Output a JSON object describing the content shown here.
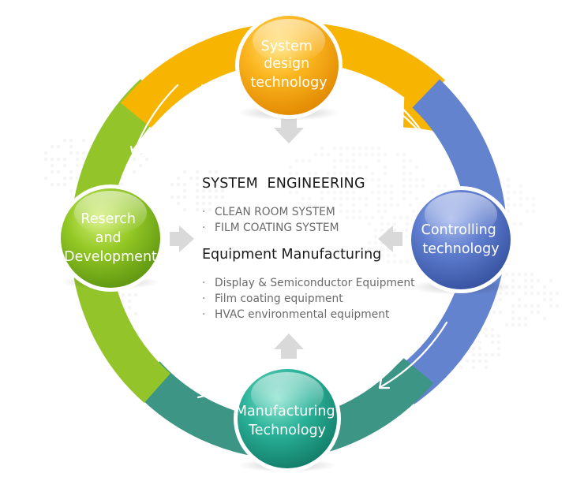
{
  "nodes": {
    "top": {
      "lines": [
        "System",
        "design",
        "technology"
      ]
    },
    "right": {
      "lines": [
        "Controlling",
        "technology"
      ]
    },
    "bottom": {
      "lines": [
        "Manufacturing",
        "Technology"
      ]
    },
    "left": {
      "lines": [
        "Reserch",
        "and",
        "Development"
      ]
    }
  },
  "center": {
    "heading1": "SYSTEM  ENGINEERING",
    "list1": [
      "CLEAN ROOM SYSTEM",
      "FILM COATING SYSTEM"
    ],
    "heading2": "Equipment Manufacturing",
    "list2": [
      "Display & Semiconductor Equipment",
      "Film coating equipment",
      "HVAC environmental equipment"
    ],
    "bullet": "·"
  },
  "colors": {
    "orange": "#f6a800",
    "blue": "#5a78c2",
    "teal": "#2f8f80",
    "green": "#8cc21d"
  }
}
